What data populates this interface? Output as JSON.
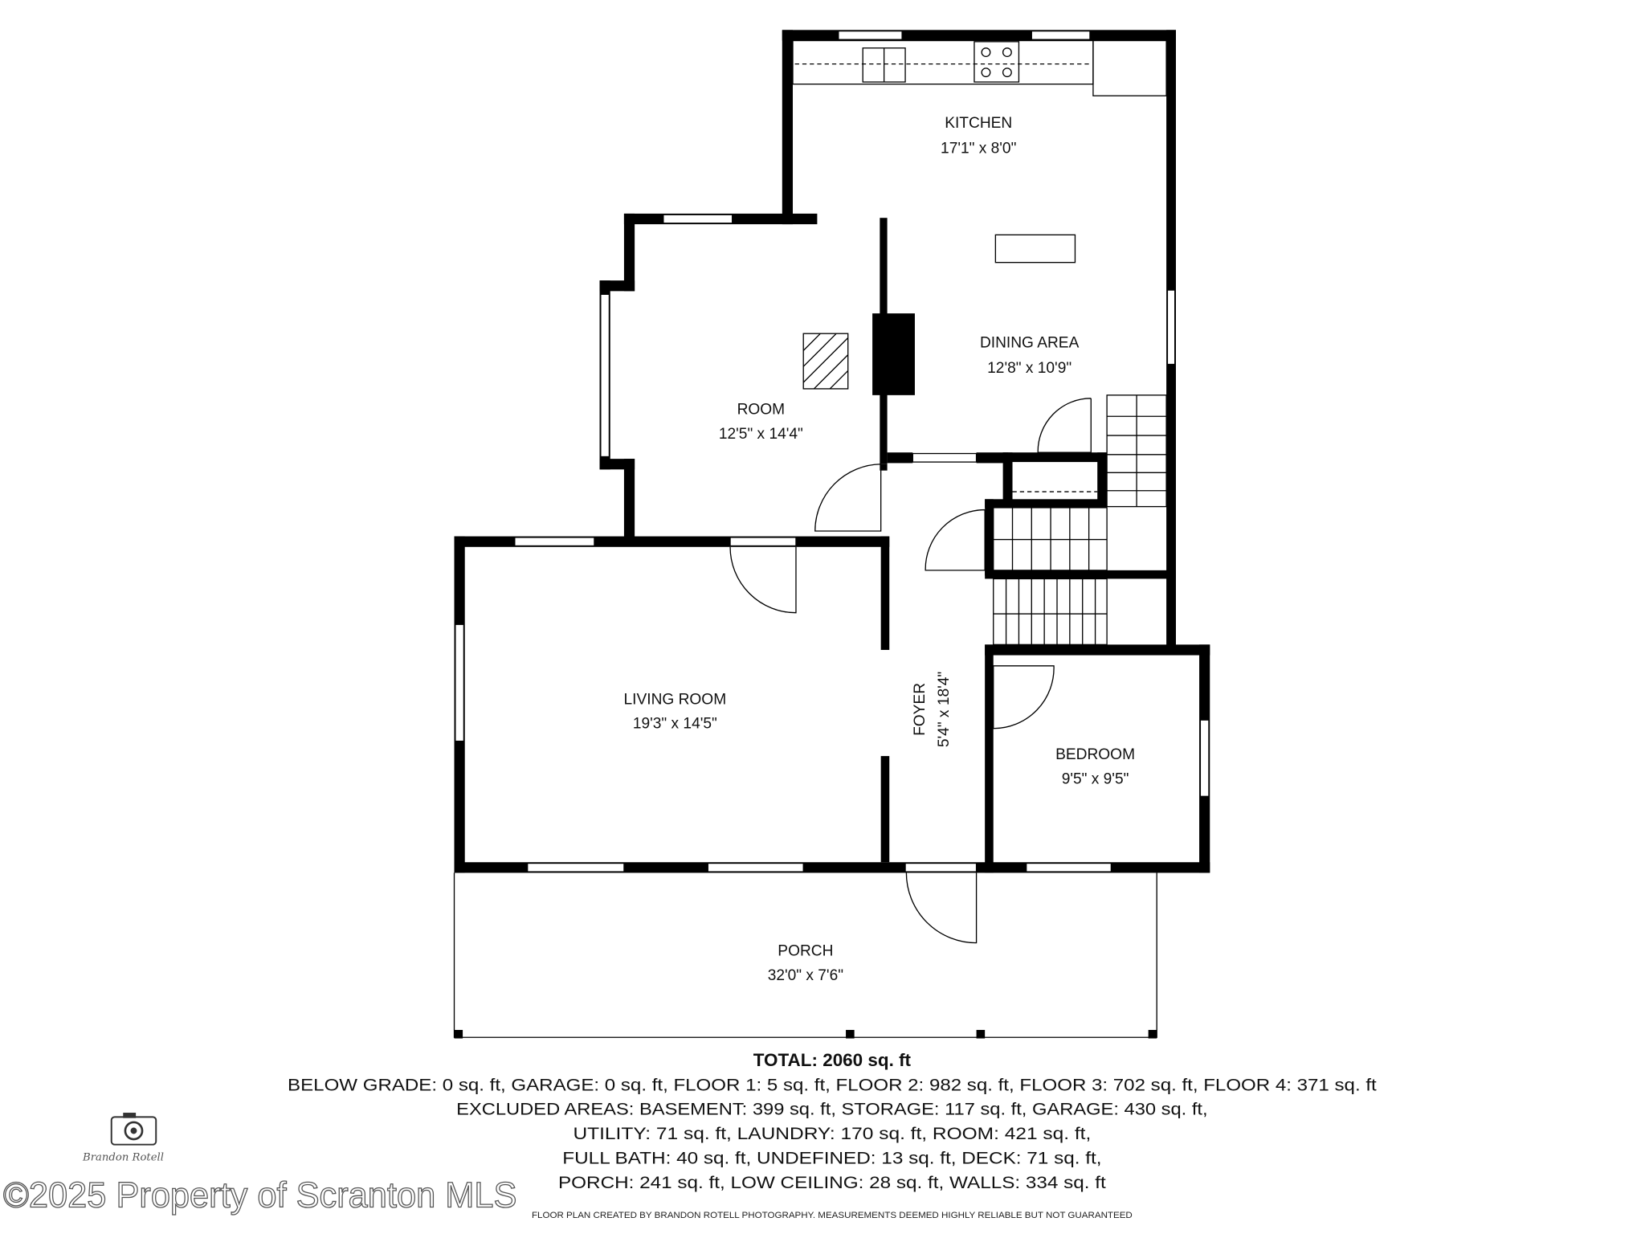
{
  "rooms": {
    "kitchen": {
      "name": "KITCHEN",
      "size": "17'1\" x 8'0\""
    },
    "dining": {
      "name": "DINING AREA",
      "size": "12'8\" x 10'9\""
    },
    "room": {
      "name": "ROOM",
      "size": "12'5\" x 14'4\""
    },
    "living": {
      "name": "LIVING ROOM",
      "size": "19'3\" x 14'5\""
    },
    "foyer": {
      "name": "FOYER",
      "size": "5'4\" x 18'4\""
    },
    "bedroom": {
      "name": "BEDROOM",
      "size": "9'5\" x 9'5\""
    },
    "porch": {
      "name": "PORCH",
      "size": "32'0\" x 7'6\""
    }
  },
  "summary": {
    "total": "TOTAL: 2060 sq. ft",
    "lines": [
      "BELOW GRADE: 0 sq. ft, GARAGE: 0 sq. ft, FLOOR 1: 5 sq. ft, FLOOR 2: 982 sq. ft, FLOOR 3: 702 sq. ft, FLOOR 4: 371 sq. ft",
      "EXCLUDED AREAS: BASEMENT: 399 sq. ft, STORAGE: 117 sq. ft, GARAGE: 430 sq. ft,",
      "UTILITY: 71 sq. ft, LAUNDRY: 170 sq. ft, ROOM: 421 sq. ft,",
      "FULL BATH: 40 sq. ft, UNDEFINED: 13 sq. ft, DECK: 71 sq. ft,",
      "PORCH: 241 sq. ft, LOW CEILING: 28 sq. ft, WALLS: 334 sq. ft"
    ],
    "footer": "FLOOR PLAN CREATED BY BRANDON ROTELL PHOTOGRAPHY. MEASUREMENTS DEEMED HIGHLY RELIABLE BUT NOT GUARANTEED"
  },
  "watermark": {
    "text": "©2025 Property of Scranton MLS",
    "logo_signature": "Brandon Rotell",
    "logo_icon": "camera-icon"
  }
}
